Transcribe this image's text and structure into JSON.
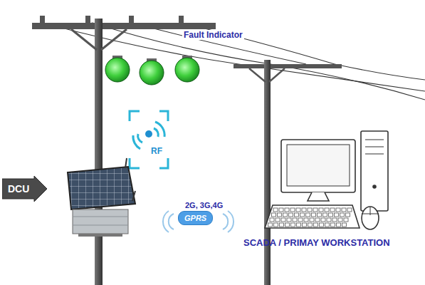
{
  "diagram": {
    "nodes": [
      {
        "text": [
          "RF"
        ]
      },
      {
        "text": [
          "DCU"
        ]
      },
      {
        "text": [
          "2G, 3G,4G",
          "GPRS"
        ]
      }
    ],
    "labels": [
      "Fault Indicator",
      "SCADA / PRIMAY WORKSTATION"
    ]
  }
}
